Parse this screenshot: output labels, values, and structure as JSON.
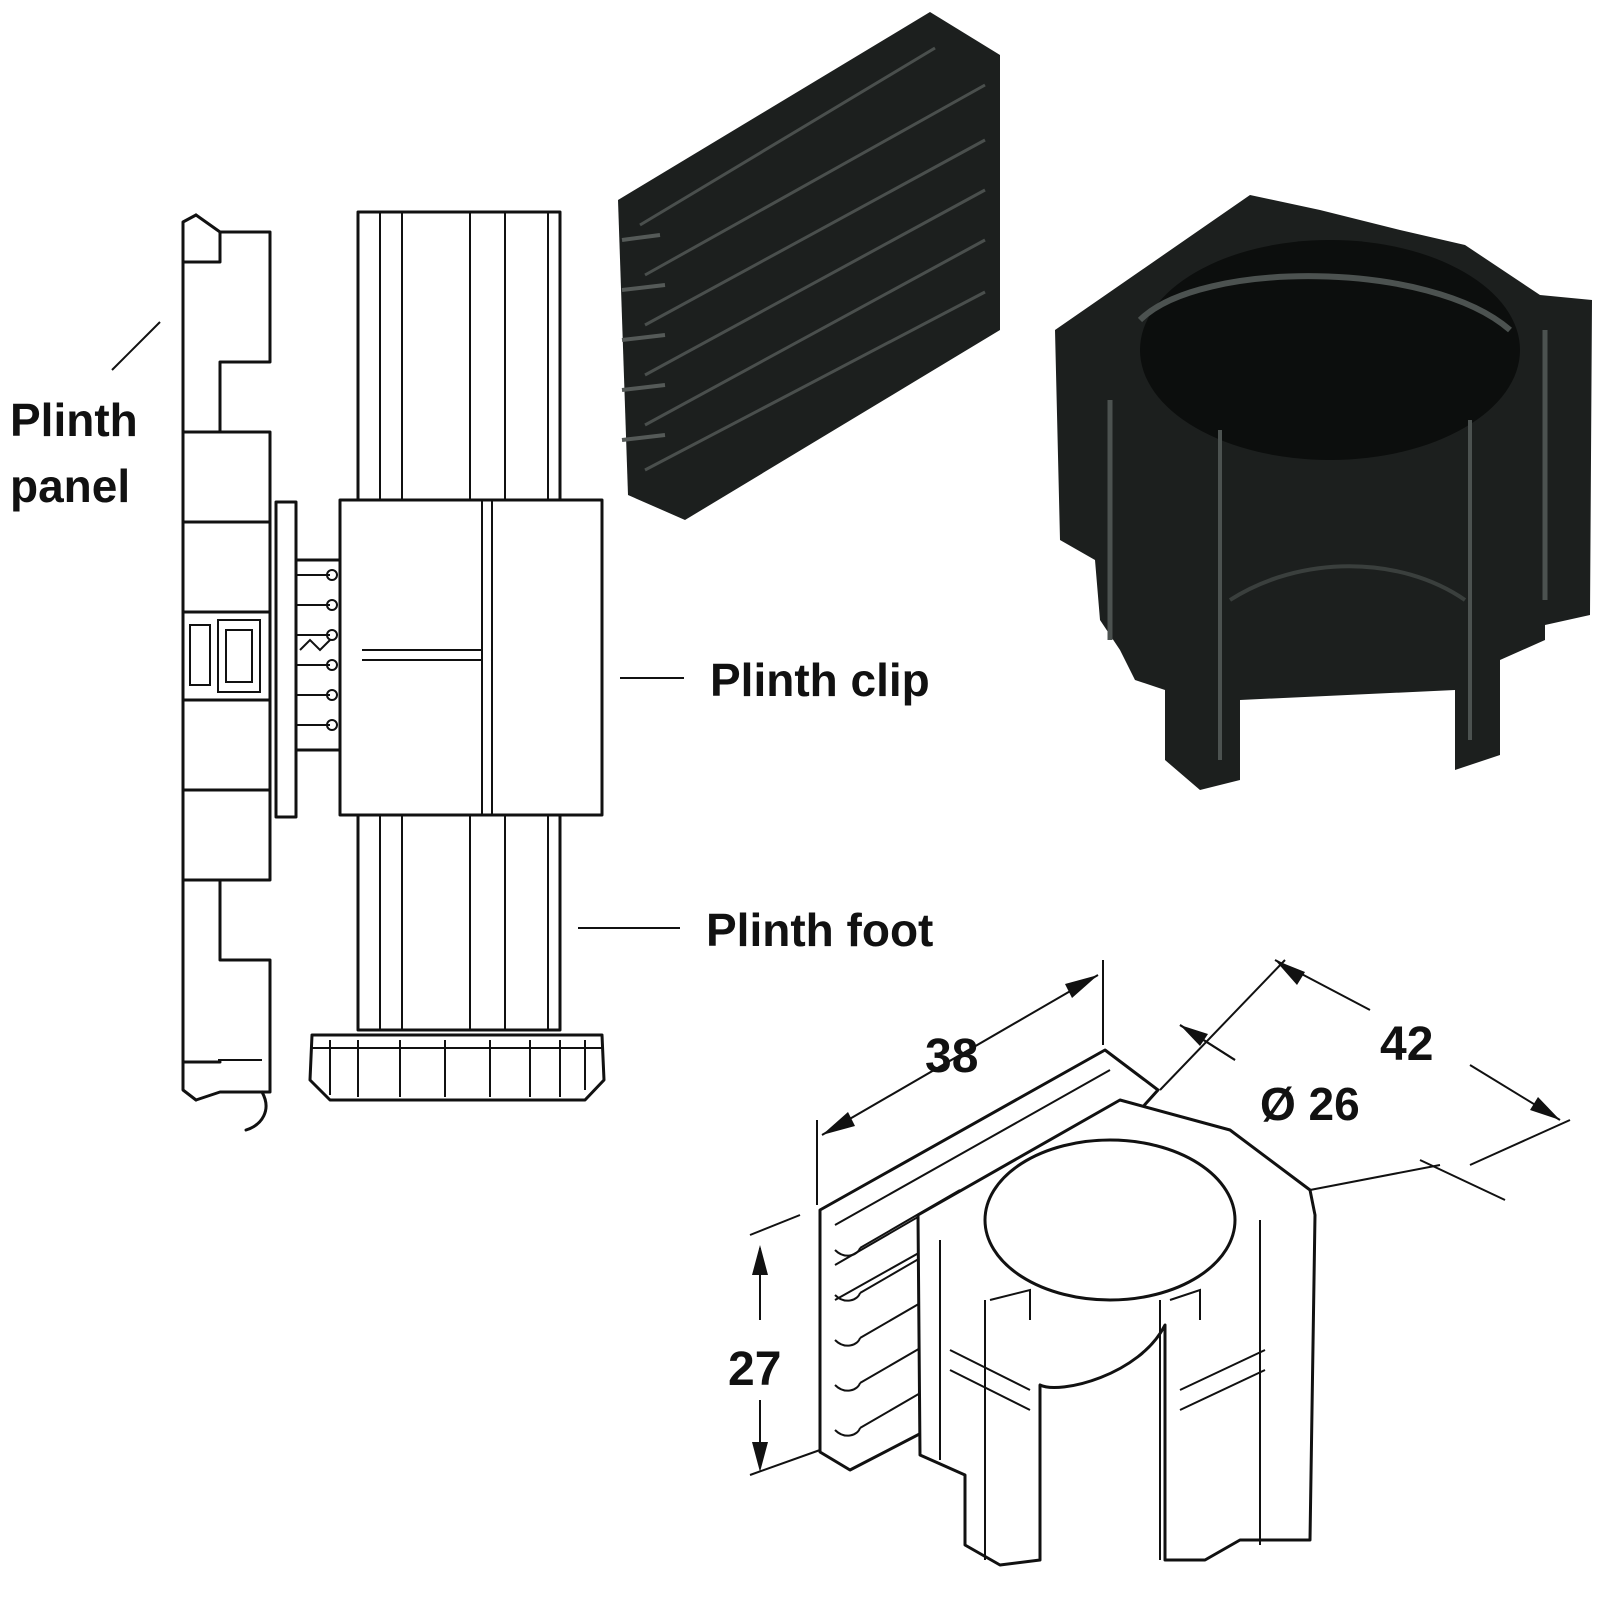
{
  "labels": {
    "plinth_panel": [
      "Plinth",
      "panel"
    ],
    "plinth_clip": "Plinth clip",
    "plinth_foot": "Plinth foot"
  },
  "dimensions": {
    "length": "38",
    "width": "42",
    "diameter": "Ø 26",
    "height": "27"
  },
  "colors": {
    "line": "#111111",
    "part": "#1c1f1e",
    "background": "#ffffff"
  }
}
